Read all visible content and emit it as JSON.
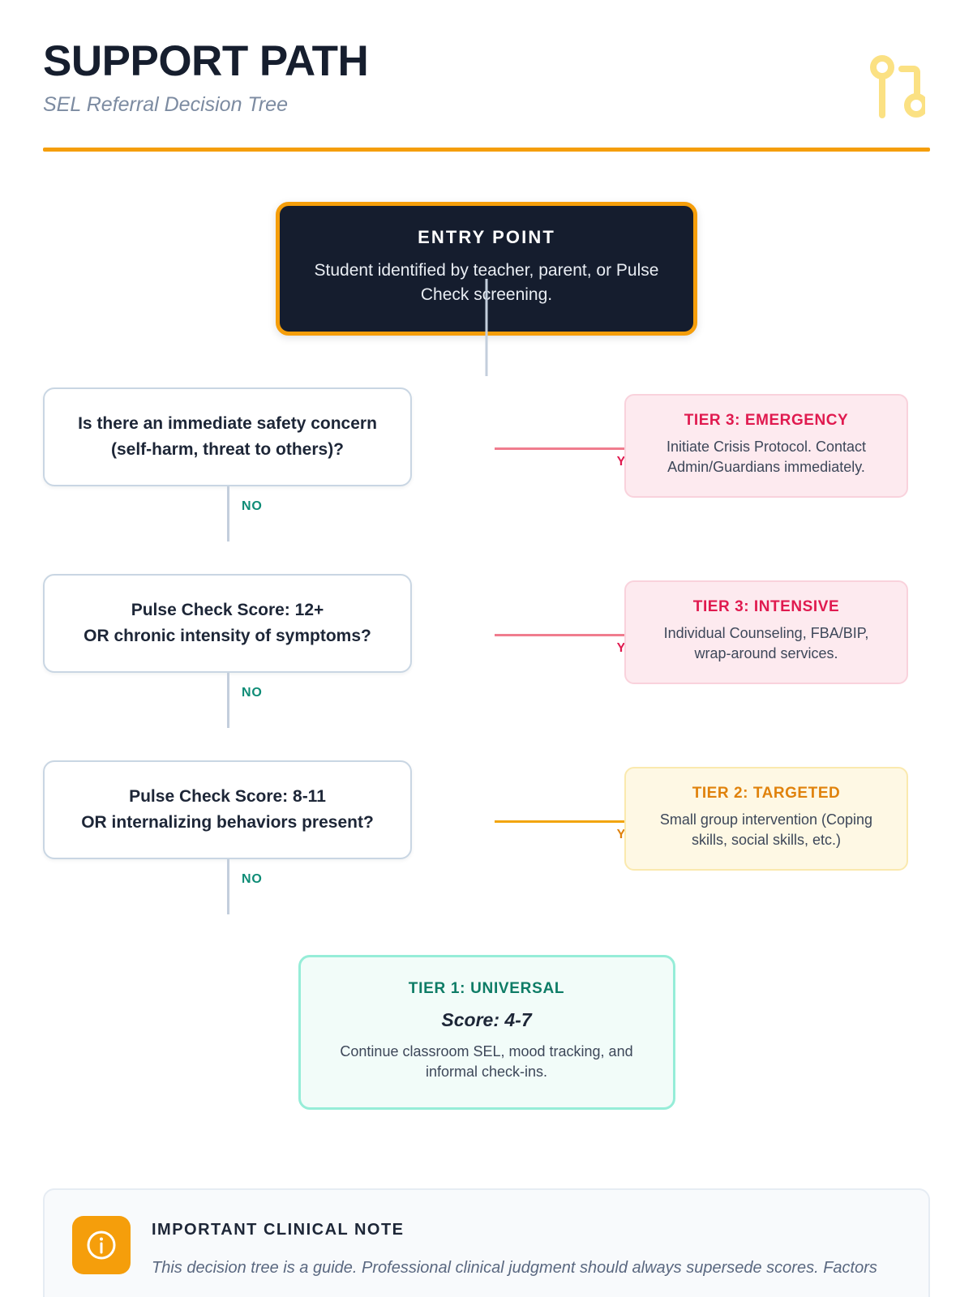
{
  "header": {
    "title": "SUPPORT PATH",
    "subtitle": "SEL Referral Decision Tree",
    "icon": "git-branch-icon",
    "accent_color": "#F59E0B",
    "title_color": "#161E2E"
  },
  "entry": {
    "label": "ENTRY POINT",
    "description": "Student identified by teacher, parent, or Pulse Check screening.",
    "border_color": "#F59E0B",
    "background_color": "#151D2E"
  },
  "branches": [
    {
      "question_line_1": "Is there an immediate safety concern",
      "question_line_2": "(self-harm, threat to others)?",
      "yes_label": "YES",
      "no_label": "NO",
      "outcome_title": "TIER 3: EMERGENCY",
      "outcome_desc": "Initiate Crisis Protocol. Contact Admin/Guardians immediately.",
      "outcome_style": "danger",
      "line_color": "#F07C8E",
      "label_color": "#E01A4F"
    },
    {
      "question_line_1": "Pulse Check Score: 12+",
      "question_line_2": "OR chronic intensity of symptoms?",
      "yes_label": "YES",
      "no_label": "NO",
      "outcome_title": "TIER 3: INTENSIVE",
      "outcome_desc": "Individual Counseling, FBA/BIP, wrap-around services.",
      "outcome_style": "danger",
      "line_color": "#F07C8E",
      "label_color": "#E01A4F"
    },
    {
      "question_line_1": "Pulse Check Score: 8-11",
      "question_line_2": "OR internalizing behaviors present?",
      "yes_label": "YES",
      "no_label": "NO",
      "outcome_title": "TIER 2: TARGETED",
      "outcome_desc": "Small group intervention (Coping skills, social skills, etc.)",
      "outcome_style": "warn",
      "line_color": "#F2A50C",
      "label_color": "#E0820C"
    }
  ],
  "terminal": {
    "title": "TIER 1: UNIVERSAL",
    "score": "Score: 4-7",
    "description": "Continue classroom SEL, mood tracking, and informal check-ins.",
    "border_color": "#96EDD8",
    "background_color": "#F2FCF9",
    "title_color": "#0E7C66"
  },
  "note": {
    "icon": "info-circle-icon",
    "icon_background": "#F59E0B",
    "title": "IMPORTANT CLINICAL NOTE",
    "text": "This decision tree is a guide. Professional clinical judgment should always supersede scores. Factors"
  }
}
